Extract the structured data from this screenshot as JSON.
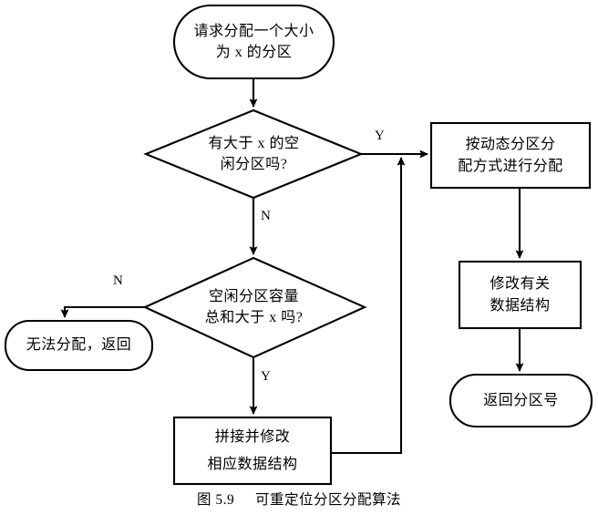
{
  "figure": {
    "caption_number": "图 5.9",
    "caption_title": "可重定位分区分配算法"
  },
  "diagram": {
    "type": "flowchart",
    "orientation": "top-down",
    "stroke_color": "#000000",
    "fill_color": "#ffffff",
    "nodes": [
      {
        "id": "start",
        "shape": "stadium",
        "name": "start-node",
        "lines": [
          "请求分配一个大小",
          "为 x 的分区"
        ]
      },
      {
        "id": "decision1",
        "shape": "diamond",
        "name": "decision-free-partition-larger-than-x",
        "lines": [
          "有大于 x 的空",
          "闲分区吗?"
        ]
      },
      {
        "id": "process_alloc",
        "shape": "rectangle",
        "name": "process-dynamic-partition-allocation",
        "lines": [
          "按动态分区分",
          "配方式进行分配"
        ]
      },
      {
        "id": "process_update",
        "shape": "rectangle",
        "name": "process-update-data-structure",
        "lines": [
          "修改有关",
          "数据结构"
        ]
      },
      {
        "id": "end_return",
        "shape": "stadium",
        "name": "end-node-return-partition-number",
        "lines": [
          "返回分区号"
        ]
      },
      {
        "id": "decision2",
        "shape": "diamond",
        "name": "decision-total-free-capacity-greater-than-x",
        "lines": [
          "空闲分区容量",
          "总和大于 x 吗?"
        ]
      },
      {
        "id": "end_fail",
        "shape": "stadium",
        "name": "end-node-allocation-failed",
        "lines": [
          "无法分配，返回"
        ]
      },
      {
        "id": "process_compact",
        "shape": "rectangle",
        "name": "process-compact-and-update-structure",
        "lines": [
          "拼接并修改",
          "相应数据结构"
        ]
      }
    ],
    "edge_labels": [
      {
        "id": "yes1",
        "name": "edge-label-yes-decision1",
        "text": "Y"
      },
      {
        "id": "no1",
        "name": "edge-label-no-decision1",
        "text": "N"
      },
      {
        "id": "no2",
        "name": "edge-label-no-decision2",
        "text": "N"
      },
      {
        "id": "yes2",
        "name": "edge-label-yes-decision2",
        "text": "Y"
      }
    ],
    "edges": [
      {
        "from": "start",
        "to": "decision1",
        "label": ""
      },
      {
        "from": "decision1",
        "to": "process_alloc",
        "label": "Y"
      },
      {
        "from": "decision1",
        "to": "decision2",
        "label": "N"
      },
      {
        "from": "process_alloc",
        "to": "process_update",
        "label": ""
      },
      {
        "from": "process_update",
        "to": "end_return",
        "label": ""
      },
      {
        "from": "decision2",
        "to": "end_fail",
        "label": "N"
      },
      {
        "from": "decision2",
        "to": "process_compact",
        "label": "Y"
      },
      {
        "from": "process_compact",
        "to": "process_alloc",
        "label": ""
      }
    ]
  }
}
